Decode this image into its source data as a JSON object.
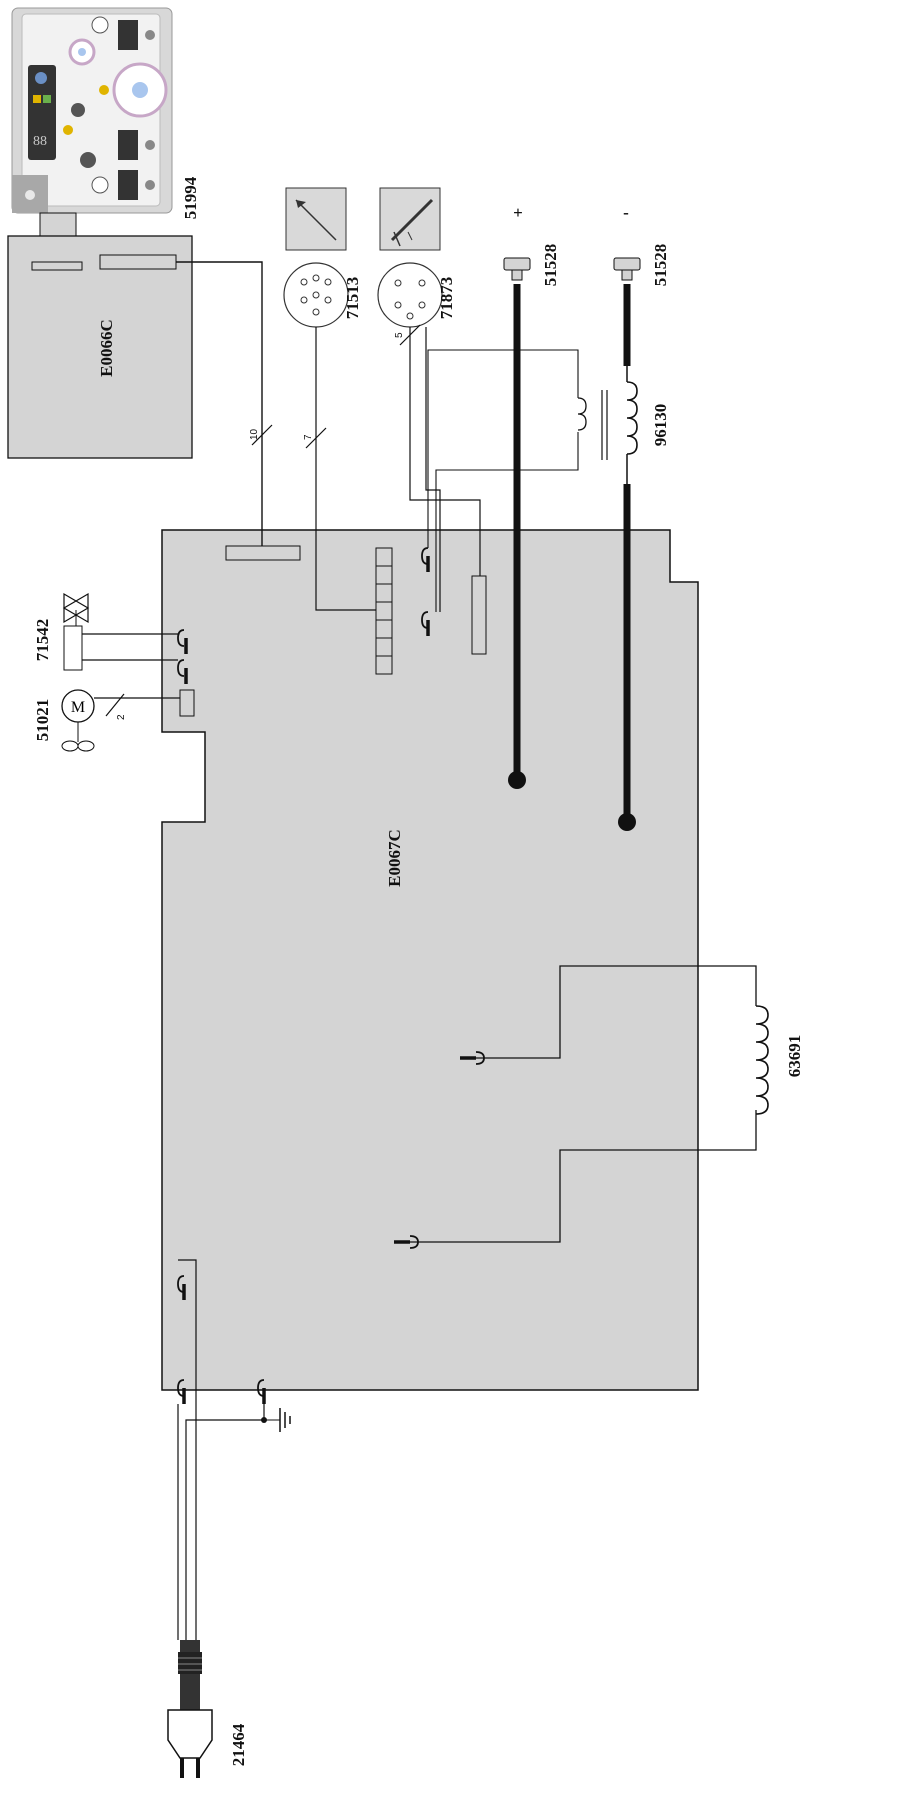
{
  "labels": {
    "main_board": "E0067C",
    "control_board": "E0066C",
    "control_panel": "51994",
    "remote_socket": "71513",
    "torch_socket": "71873",
    "plus_terminal": "51528",
    "minus_terminal": "51528",
    "choke": "96130",
    "transformer": "63691",
    "solenoid_valve": "71542",
    "fan_motor": "51021",
    "power_plug": "21464"
  },
  "polarity": {
    "plus": "+",
    "minus": "-"
  },
  "wire_counts": {
    "control_bus": "10",
    "remote_bus": "7",
    "torch_bus": "5",
    "fan_bus": "2"
  },
  "motor_letter": "M",
  "colors": {
    "board_fill": "#d4d4d4",
    "panel_fill": "#ececec",
    "line": "#111111"
  }
}
